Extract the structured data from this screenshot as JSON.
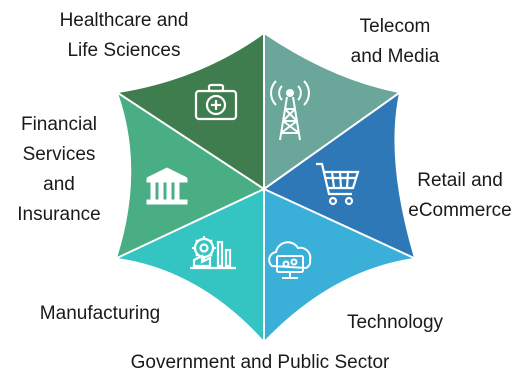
{
  "diagram": {
    "segments": [
      {
        "id": "healthcare",
        "lines": [
          "Healthcare and",
          "Life Sciences"
        ],
        "icon": "medical-kit-icon",
        "color": "#3f7d4f"
      },
      {
        "id": "telecom",
        "lines": [
          "Telecom",
          "and Media"
        ],
        "icon": "signal-tower-icon",
        "color": "#6aa79a"
      },
      {
        "id": "retail",
        "lines": [
          "Retail and",
          "eCommerce"
        ],
        "icon": "shopping-cart-icon",
        "color": "#2f78b8"
      },
      {
        "id": "technology",
        "lines": [
          "Technology"
        ],
        "icon": "cloud-monitor-icon",
        "color": "#3ab0d8"
      },
      {
        "id": "manufacturing",
        "lines": [
          "Manufacturing"
        ],
        "icon": "factory-gear-icon",
        "color": "#34c4c2"
      },
      {
        "id": "financial",
        "lines": [
          "Financial",
          "Services",
          "and",
          "Insurance"
        ],
        "icon": "bank-building-icon",
        "color": "#4aae84"
      }
    ],
    "footer": "Government and Public Sector"
  }
}
